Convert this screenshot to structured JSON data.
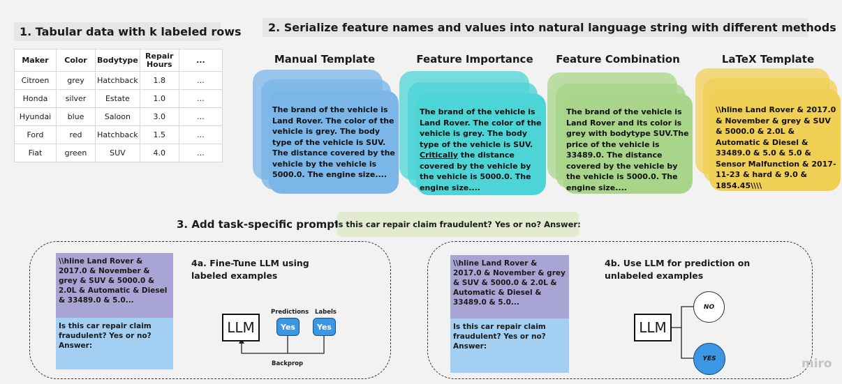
{
  "step1": {
    "title": "1. Tabular data with k labeled rows"
  },
  "table": {
    "headers": [
      "Maker",
      "Color",
      "Bodytype",
      "Repair Hours",
      "..."
    ],
    "rows": [
      [
        "Citroen",
        "grey",
        "Hatchback",
        "1.8",
        "..."
      ],
      [
        "Honda",
        "silver",
        "Estate",
        "1.0",
        "..."
      ],
      [
        "Hyundai",
        "blue",
        "Saloon",
        "3.0",
        "..."
      ],
      [
        "Ford",
        "red",
        "Hatchback",
        "1.5",
        "..."
      ],
      [
        "Fiat",
        "green",
        "SUV",
        "4.0",
        "..."
      ]
    ]
  },
  "step2": {
    "title": "2. Serialize feature names and values into natural language string with different methods"
  },
  "methods": [
    {
      "title": "Manual Template",
      "text": "The brand of the vehicle is Land Rover. The color of the vehicle is grey. The body type of the vehicle is SUV. The distance covered by the vehicle by the vehicle is 5000.0. The engine size...."
    },
    {
      "title": "Feature Importance",
      "text_pre": "The brand of the vehicle is Land Rover. The color of the vehicle is grey. The body type of the vehicle is SUV. ",
      "text_underline": "Critically",
      "text_post": " the distance covered by the vehicle by the vehicle is 5000.0. The engine size...."
    },
    {
      "title": "Feature Combination",
      "text": "The brand of the vehicle is Land Rover and its color is grey with bodytype SUV.The price of the vehicle is 33489.0. The distance covered by the vehicle by the vehicle is 5000.0. The engine size...."
    },
    {
      "title": "LaTeX Template",
      "text": "\\\\hline Land Rover & 2017.0 & November & grey & SUV & 5000.0 & 2.0L & Automatic & Diesel & 33489.0 & 5.0 & 5.0 & Sensor Malfunction & 2017-11-23 & hard & 9.0 & 1854.45\\\\\\\\"
    }
  ],
  "step3": {
    "title": "3. Add task-specific prompt",
    "prompt": "Is this car repair claim fraudulent? Yes or no? Answer:"
  },
  "step4a": {
    "title": "4a. Fine-Tune LLM using labeled examples",
    "serialized": "\\\\hline Land Rover & 2017.0 & November & grey & SUV & 5000.0 & 2.0L & Automatic & Diesel & 33489.0 & 5.0...",
    "question": "Is this car repair claim fraudulent? Yes or no? Answer:",
    "llm": "LLM",
    "predictions_label": "Predictions",
    "labels_label": "Labels",
    "pred_value": "Yes",
    "label_value": "Yes",
    "backprop": "Backprop"
  },
  "step4b": {
    "title": "4b. Use LLM for prediction on unlabeled examples",
    "serialized": "\\\\hline Land Rover & 2017.0 & November & grey & SUV & 5000.0 & 2.0L & Automatic & Diesel & 33489.0 & 5.0...",
    "question": "Is this car repair claim fraudulent? Yes or no? Answer:",
    "llm": "LLM",
    "no": "NO",
    "yes": "YES"
  },
  "watermark": "miro",
  "colors": {
    "manual": "#7ab6e8",
    "importance": "#4dd4d6",
    "combination": "#a8d58a",
    "latex": "#f0cf55",
    "prompt_bg": "#e3ebcf",
    "purple": "#a8a5d4",
    "lightblue": "#a3d0f2",
    "yes_blue": "#3b96e4"
  }
}
